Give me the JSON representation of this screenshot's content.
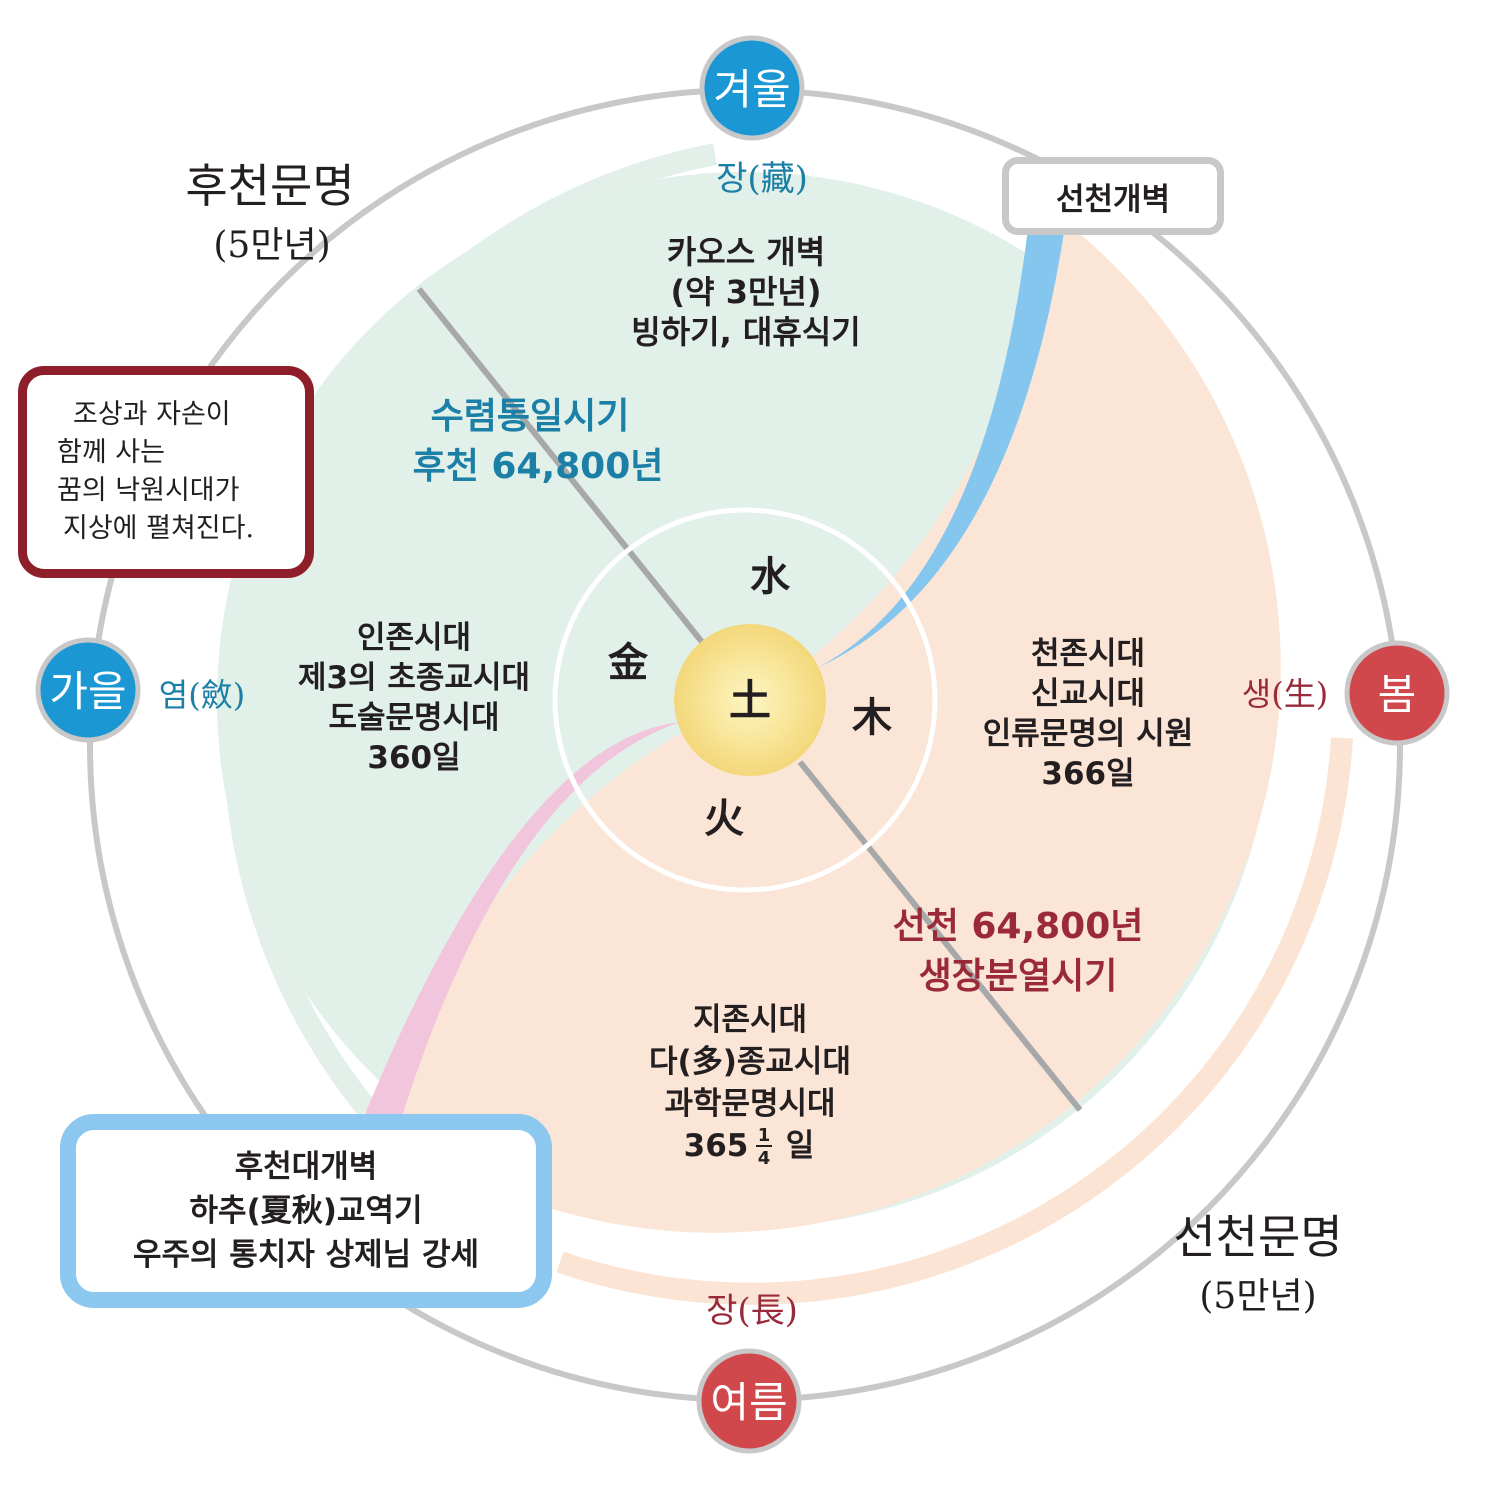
{
  "seasons": {
    "winter": "겨울",
    "spring": "봄",
    "summer": "여름",
    "autumn": "가을"
  },
  "phases": {
    "winter_phase": "장(藏)",
    "spring_phase": "생(生)",
    "summer_phase": "장(長)",
    "autumn_phase": "염(斂)"
  },
  "eras": {
    "later_heaven_title": "후천문명",
    "later_heaven_years": "(5만년)",
    "early_heaven_title": "선천문명",
    "early_heaven_years": "(5만년)"
  },
  "boxes": {
    "early_opening": "선천개벽",
    "paradise": [
      "조상과 자손이",
      "함께 사는",
      "꿈의 낙원시대가",
      "지상에 펼쳐진다."
    ],
    "great_opening": [
      "후천대개벽",
      "하추(夏秋)교역기",
      "우주의 통치자 상제님 강세"
    ]
  },
  "periods": {
    "chaos": [
      "카오스 개벽",
      "(약 3만년)",
      "빙하기, 대휴식기"
    ],
    "convergence": [
      "수렴통일시기",
      "후천 64,800년"
    ],
    "growth": [
      "선천 64,800년",
      "생장분열시기"
    ],
    "human_era": [
      "인존시대",
      "제3의 초종교시대",
      "도술문명시대",
      "360일"
    ],
    "heaven_era": [
      "천존시대",
      "신교시대",
      "인류문명의 시원",
      "366일"
    ],
    "earth_era": [
      "지존시대",
      "다(多)종교시대",
      "과학문명시대"
    ],
    "earth_days_number": "365",
    "earth_days_fraction": [
      "1",
      "4"
    ],
    "earth_days_unit": "일"
  },
  "elements": {
    "water": "水",
    "wood": "木",
    "fire": "火",
    "metal": "金",
    "earth": "土"
  },
  "colors": {
    "winter_blue": "#1b97d4",
    "summer_red": "#d0484c",
    "green_zone": "#e2f0ea",
    "peach_zone": "#fbe5d6",
    "convergence_text": "#1b7fa6",
    "growth_text": "#9a2a3a",
    "paradise_border": "#8e1f2a",
    "great_opening_border": "#8bc7ee"
  }
}
